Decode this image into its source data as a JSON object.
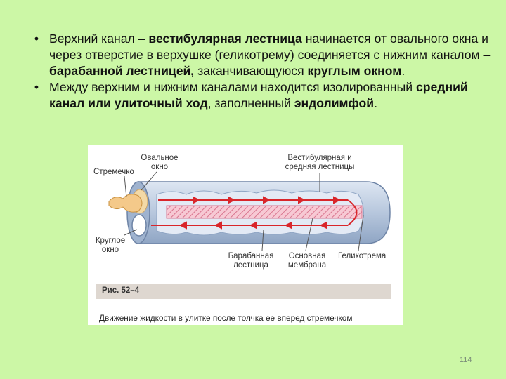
{
  "bullets": [
    {
      "parts": [
        {
          "text": "Верхний канал – ",
          "bold": false
        },
        {
          "text": "вестибулярная лестница",
          "bold": true
        },
        {
          "text": " начинается от овального окна и через отверстие в верхушке (геликотрему) соединяется с нижним каналом – ",
          "bold": false
        },
        {
          "text": "барабанной лестницей,",
          "bold": true
        },
        {
          "text": " заканчивающуюся ",
          "bold": false
        },
        {
          "text": "круглым окном",
          "bold": true
        },
        {
          "text": ".",
          "bold": false
        }
      ]
    },
    {
      "parts": [
        {
          "text": "Между верхним и нижним каналами находится изолированный ",
          "bold": false
        },
        {
          "text": "средний канал или улиточный ход",
          "bold": true
        },
        {
          "text": ", заполненный ",
          "bold": false
        },
        {
          "text": "эндолимфой",
          "bold": true
        },
        {
          "text": ".",
          "bold": false
        }
      ]
    }
  ],
  "figure": {
    "labels": {
      "stapes": "Стремечко",
      "oval_window": "Овальное окно",
      "vestibular": "Вестибулярная и средняя лестницы",
      "round_window": "Круглое окно",
      "tympanic": "Барабанная лестница",
      "basilar": "Основная мембрана",
      "helicotrema": "Геликотрема"
    },
    "caption_tag": "Рис. 52–4",
    "caption": "Движение жидкости в улитке после толчка ее вперед стремечком"
  },
  "page_number": "114",
  "colors": {
    "background": "#ccf7a6",
    "tube": "#b9c8de",
    "membrane": "#f2a0b4",
    "arrows": "#d9262b",
    "stapes": "#f4c98a"
  }
}
